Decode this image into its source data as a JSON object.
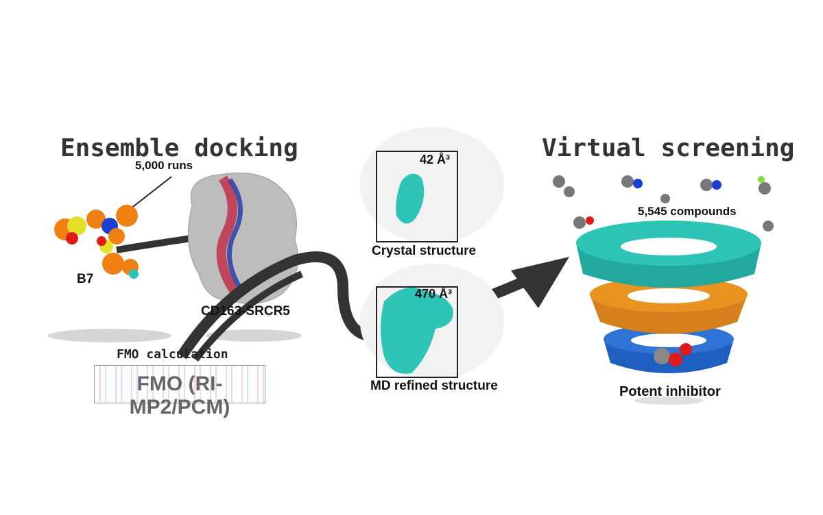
{
  "left": {
    "title": "Ensemble docking",
    "runs_label": "5,000 runs",
    "ligand_label": "B7",
    "protein_label": "CD163-SRCR5",
    "fmo_heading": "FMO calculation",
    "fmo_box_text": "FMO (RI-MP2/PCM)"
  },
  "middle": {
    "crystal_volume": "42 Å³",
    "crystal_label": "Crystal structure",
    "md_volume": "470 Å³",
    "md_label": "MD refined structure"
  },
  "right": {
    "title": "Virtual screening",
    "compounds_label": "5,545 compounds",
    "result_label": "Potent inhibitor"
  },
  "colors": {
    "teal": "#2ec4b6",
    "orange": "#e8861a",
    "blue": "#1f5fbf",
    "arrow": "#333333"
  }
}
